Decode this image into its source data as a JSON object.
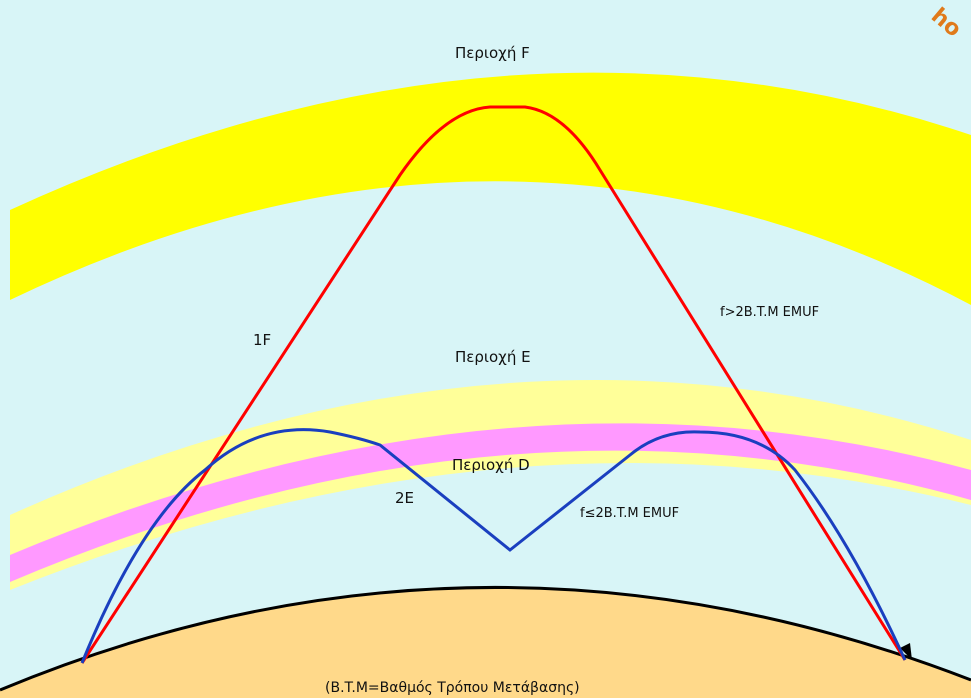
{
  "labels": {
    "region_f": "Περιοχή F",
    "region_e": "Περιοχή E",
    "region_d": "Περιοχή D",
    "path_1f": "1F",
    "path_2e": "2E",
    "cond_f": "f>2B.T.M  EMUF",
    "cond_e": "f≤2B.T.M  EMUF",
    "footnote": "(B.T.M=Βαθμός Τρόπου Μετάβασης)"
  },
  "watermark": "ho",
  "colors": {
    "sky": "#d8f5f7",
    "f_layer": "#ffff00",
    "e_layer": "#ffff99",
    "d_layer": "#ff99ff",
    "earth": "#ffd98a",
    "ray_1f": "#ff0000",
    "ray_2e": "#1a3fbf",
    "earth_outline": "#000000"
  }
}
